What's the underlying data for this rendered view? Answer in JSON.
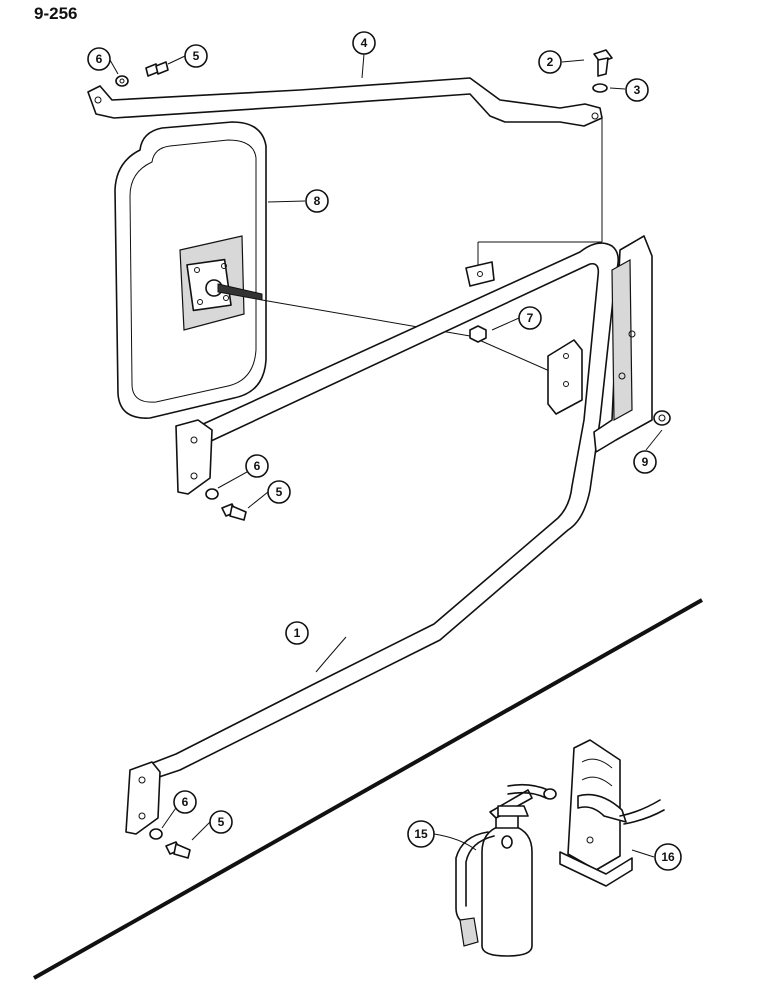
{
  "page": {
    "number": "9-256"
  },
  "callouts": [
    {
      "id": "c1",
      "label": "1"
    },
    {
      "id": "c2",
      "label": "2"
    },
    {
      "id": "c3",
      "label": "3"
    },
    {
      "id": "c4",
      "label": "4"
    },
    {
      "id": "c5a",
      "label": "5"
    },
    {
      "id": "c5b",
      "label": "5"
    },
    {
      "id": "c5c",
      "label": "5"
    },
    {
      "id": "c6a",
      "label": "6"
    },
    {
      "id": "c6b",
      "label": "6"
    },
    {
      "id": "c6c",
      "label": "6"
    },
    {
      "id": "c7",
      "label": "7"
    },
    {
      "id": "c8",
      "label": "8"
    },
    {
      "id": "c9",
      "label": "9"
    },
    {
      "id": "c15",
      "label": "15"
    },
    {
      "id": "c16",
      "label": "16"
    }
  ]
}
